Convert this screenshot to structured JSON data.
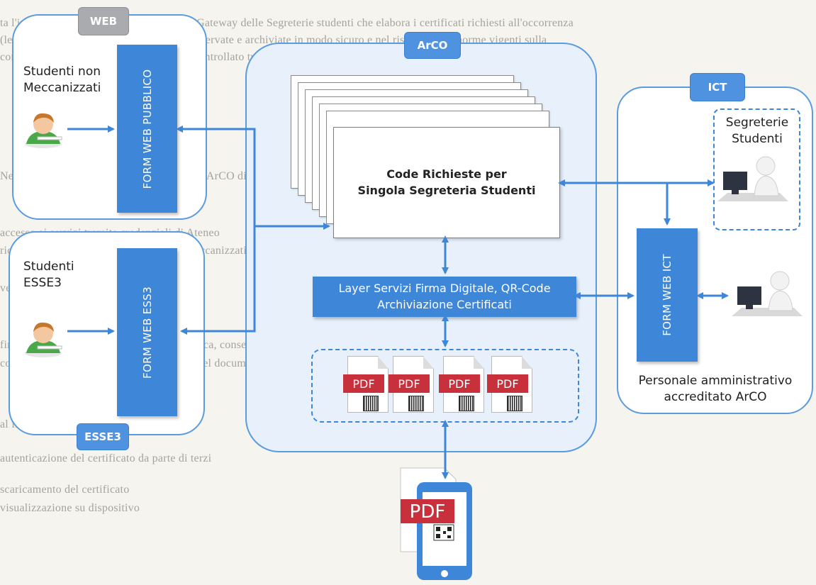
{
  "groups": {
    "web": {
      "tag": "WEB"
    },
    "esse3": {
      "tag": "ESSE3"
    },
    "arco": {
      "tag": "ArCO"
    },
    "ict": {
      "tag": "ICT"
    }
  },
  "forms": {
    "web_pubblico": "FORM WEB PUBBLICO",
    "web_esse3": "FORM WEB ESS3",
    "web_ict": "FORM WEB ICT"
  },
  "actors": {
    "studenti_non_meccanizzati": [
      "Studenti non",
      "Meccanizzati"
    ],
    "studenti_esse3": [
      "Studenti",
      "ESSE3"
    ],
    "segreterie_studenti": [
      "Segreterie",
      "Studenti"
    ],
    "personale": [
      "Personale amministrativo",
      "accreditato ArCO"
    ]
  },
  "queue": {
    "lines": [
      "Code Richieste per",
      "Singola Segreteria Studenti"
    ]
  },
  "layer": {
    "lines": [
      "Layer Servizi Firma Digitale, QR-Code",
      "Archiviazione Certificati"
    ]
  },
  "documents": {
    "label": "PDF",
    "phone_label": "PDF"
  },
  "colors": {
    "accent": "#3e86d8",
    "border": "#5b9be0",
    "pdf": "#c8303b"
  },
  "icons": {
    "student": "student-writing-icon",
    "workstation": "user-computer-icon",
    "pdf": "pdf-document-icon",
    "phone": "smartphone-icon"
  }
}
